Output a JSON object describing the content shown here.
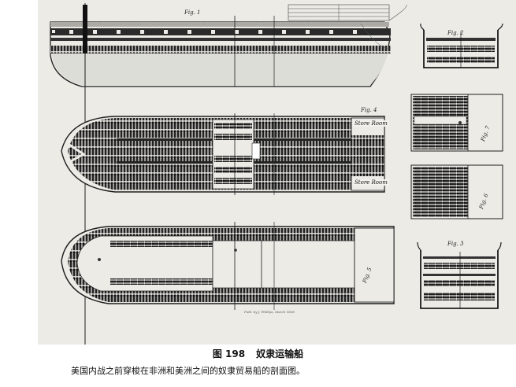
{
  "figure": {
    "number": "图 198",
    "title": "奴隶运输船",
    "description": "美国内战之前穿梭在非洲和美洲之间的奴隶贸易船的剖面图。"
  },
  "engraving": {
    "fig_labels": {
      "fig1": "Fig. 1",
      "fig2": "Fig. 2",
      "fig3": "Fig. 3",
      "fig4": "Fig. 4",
      "fig5": "Fig. 5",
      "fig6": "Fig. 6",
      "fig7": "Fig. 7"
    },
    "store_room_1": "Store Room",
    "store_room_2": "Store Room",
    "imprint": "Publ. by J. Phillips, March 1808"
  },
  "colors": {
    "paper": "#ecebe6",
    "ink": "#1c1c1c",
    "hull_shade": "#9c9c98"
  }
}
